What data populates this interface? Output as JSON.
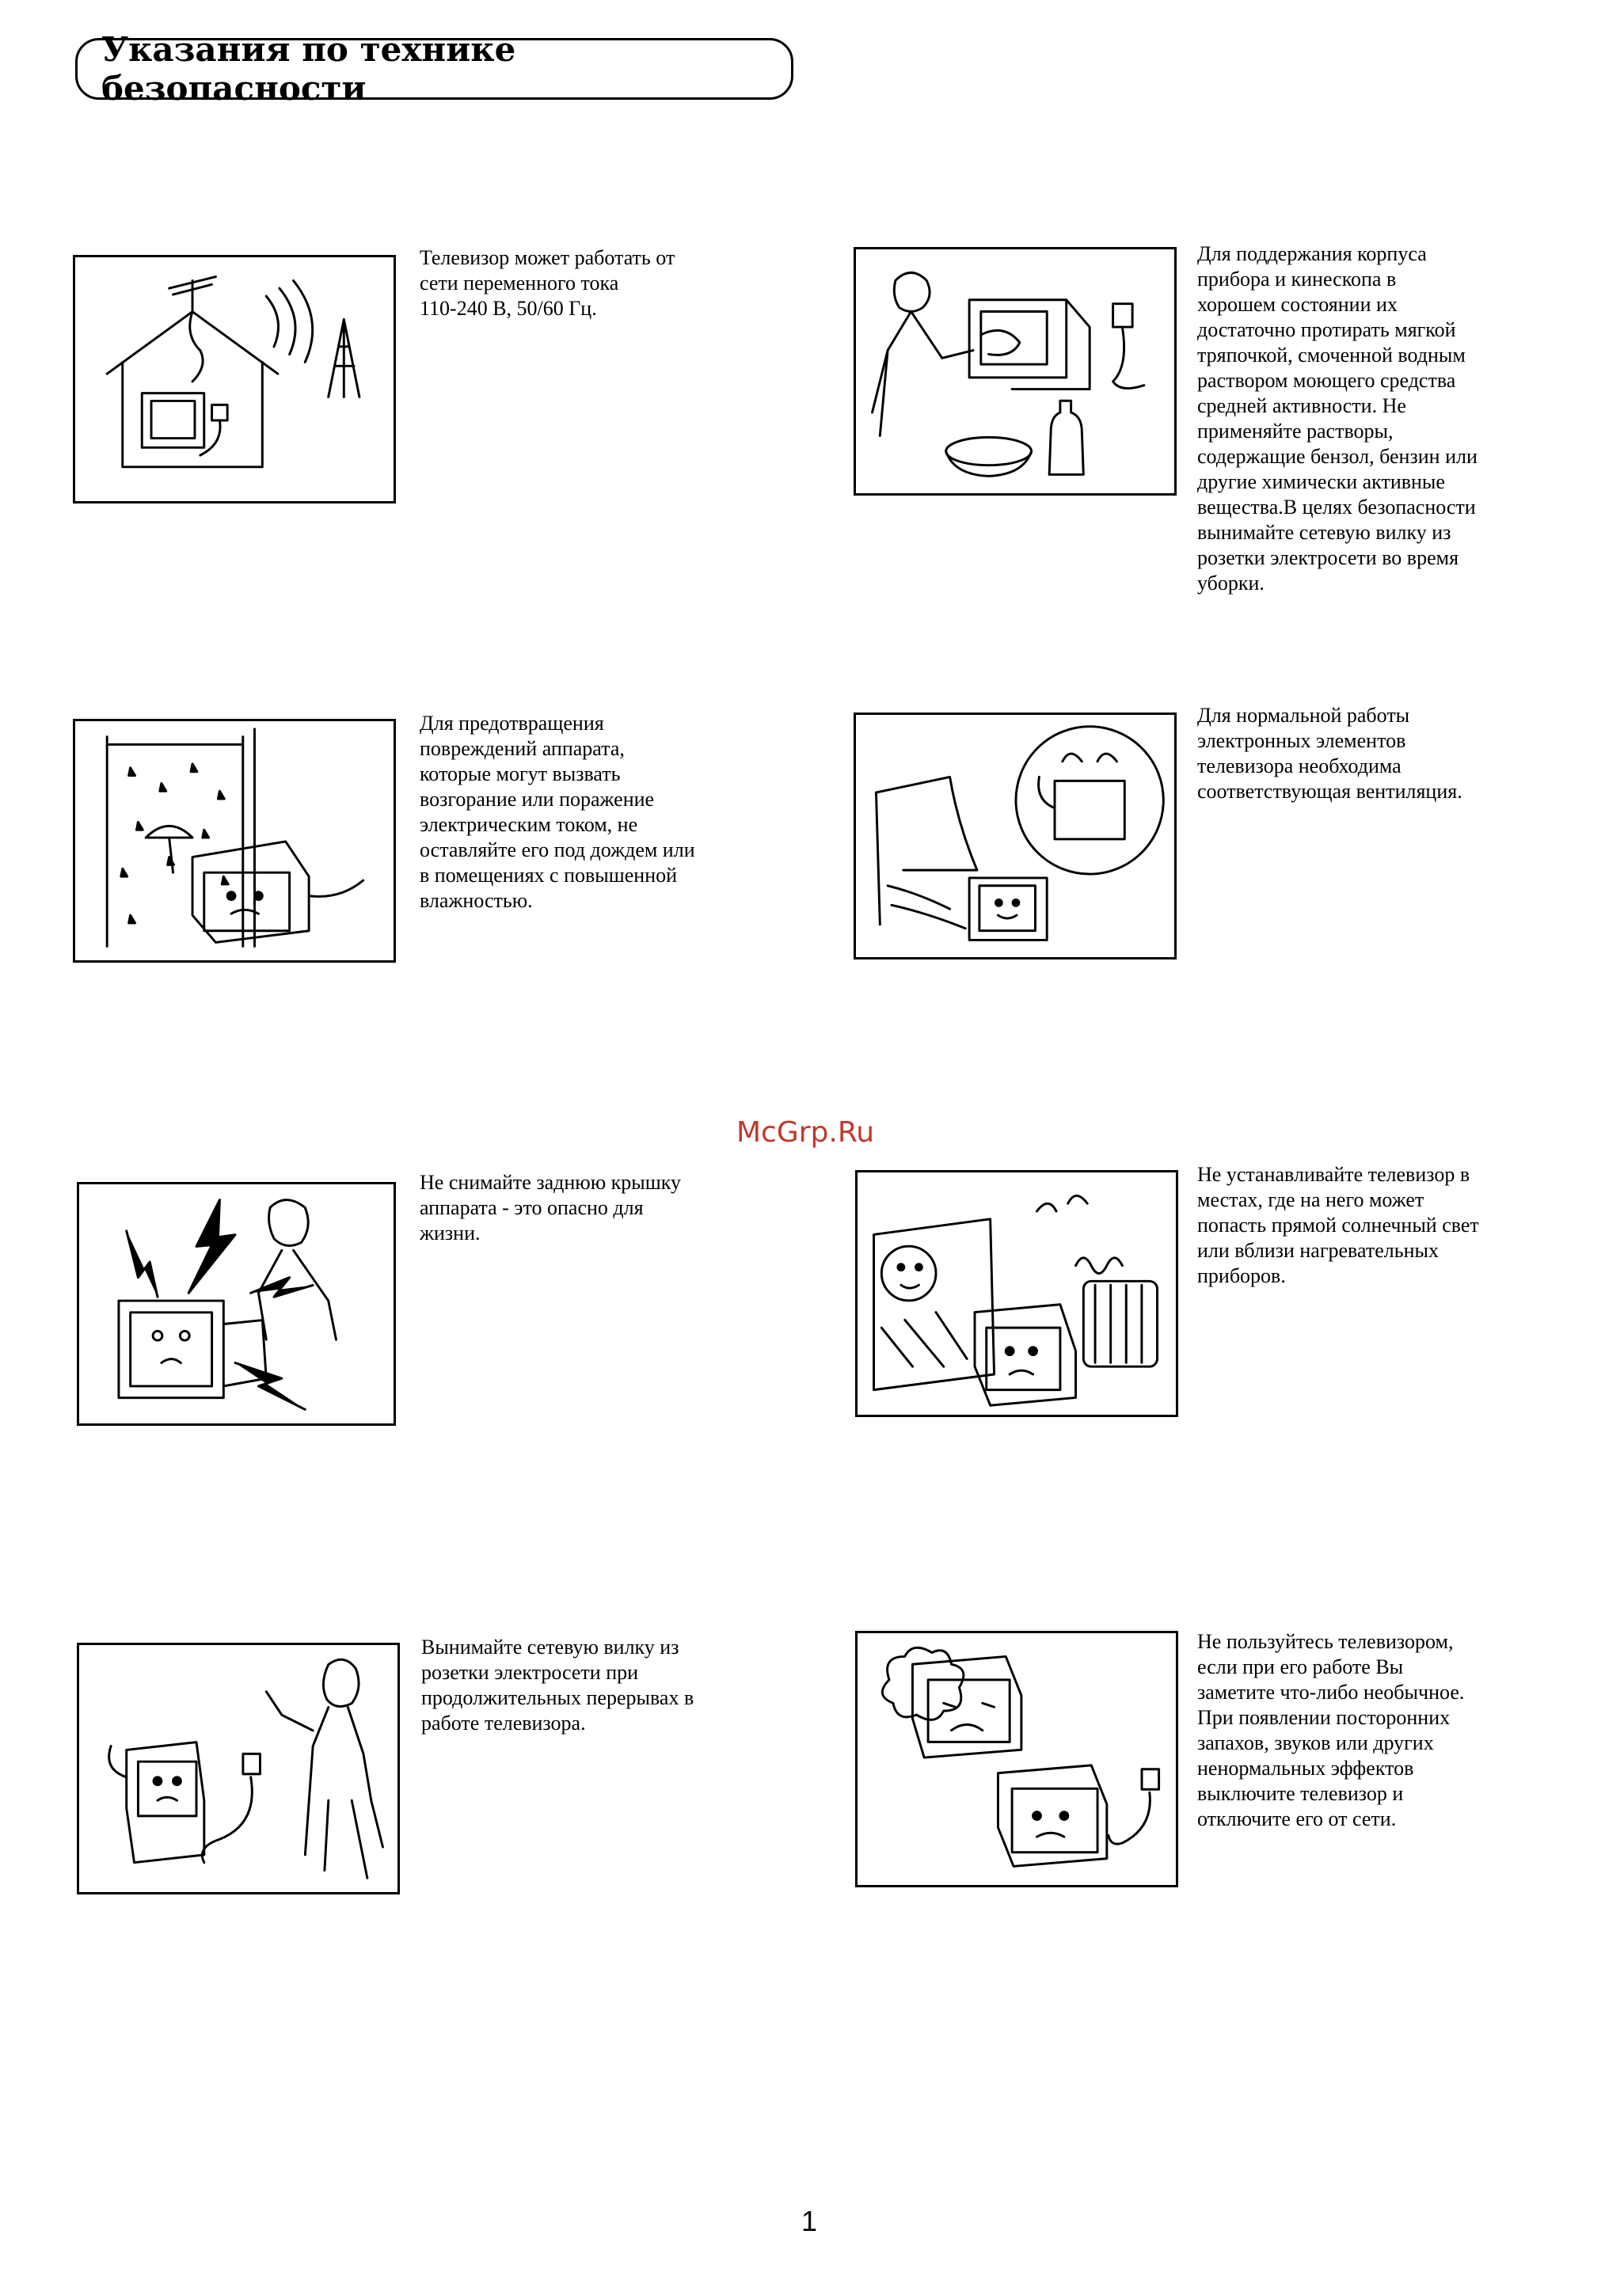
{
  "title": "Указания по технике безопасности",
  "watermark": "McGrp.Ru",
  "page_number": "1",
  "items": [
    {
      "text": "Телевизор может работать от\nсети переменного тока\n110-240 В, 50/60 Гц."
    },
    {
      "text": "Для поддержания корпуса\nприбора и кинескопа в\nхорошем состоянии их\nдостаточно протирать мягкой\nтряпочкой, смоченной водным\nраствором моющего средства\nсредней активности. Не\nприменяйте растворы,\nсодержащие бензол, бензин или\nдругие химически активные\nвещества.В целях безопасности\nвынимайте сетевую вилку из\nрозетки электросети во время\nуборки."
    },
    {
      "text": "Для предотвращения\nповреждений аппарата,\nкоторые могут вызвать\nвозгорание или поражение\nэлектрическим током, не\nоставляйте его под дождем или\nв помещениях с повышенной\nвлажностью."
    },
    {
      "text": "Для нормальной работы\nэлектронных элементов\nтелевизора необходима\nсоответствующая вентиляция."
    },
    {
      "text": "Не снимайте заднюю крышку\nаппарата - это опасно для\nжизни."
    },
    {
      "text": "Не устанавливайте телевизор в\nместах, где на него может\nпопасть прямой солнечный свет\nили вблизи нагревательных\nприборов."
    },
    {
      "text": "Вынимайте сетевую вилку из\nрозетки электросети при\nпродолжительных перерывах в\nработе телевизора."
    },
    {
      "text": "Не пользуйтесь телевизором,\nесли при его работе Вы\nзаметите что-либо необычное.\nПри появлении посторонних\nзапахов, звуков или других\nненормальных эффектов\nвыключите телевизор и\nотключите его от сети."
    }
  ]
}
